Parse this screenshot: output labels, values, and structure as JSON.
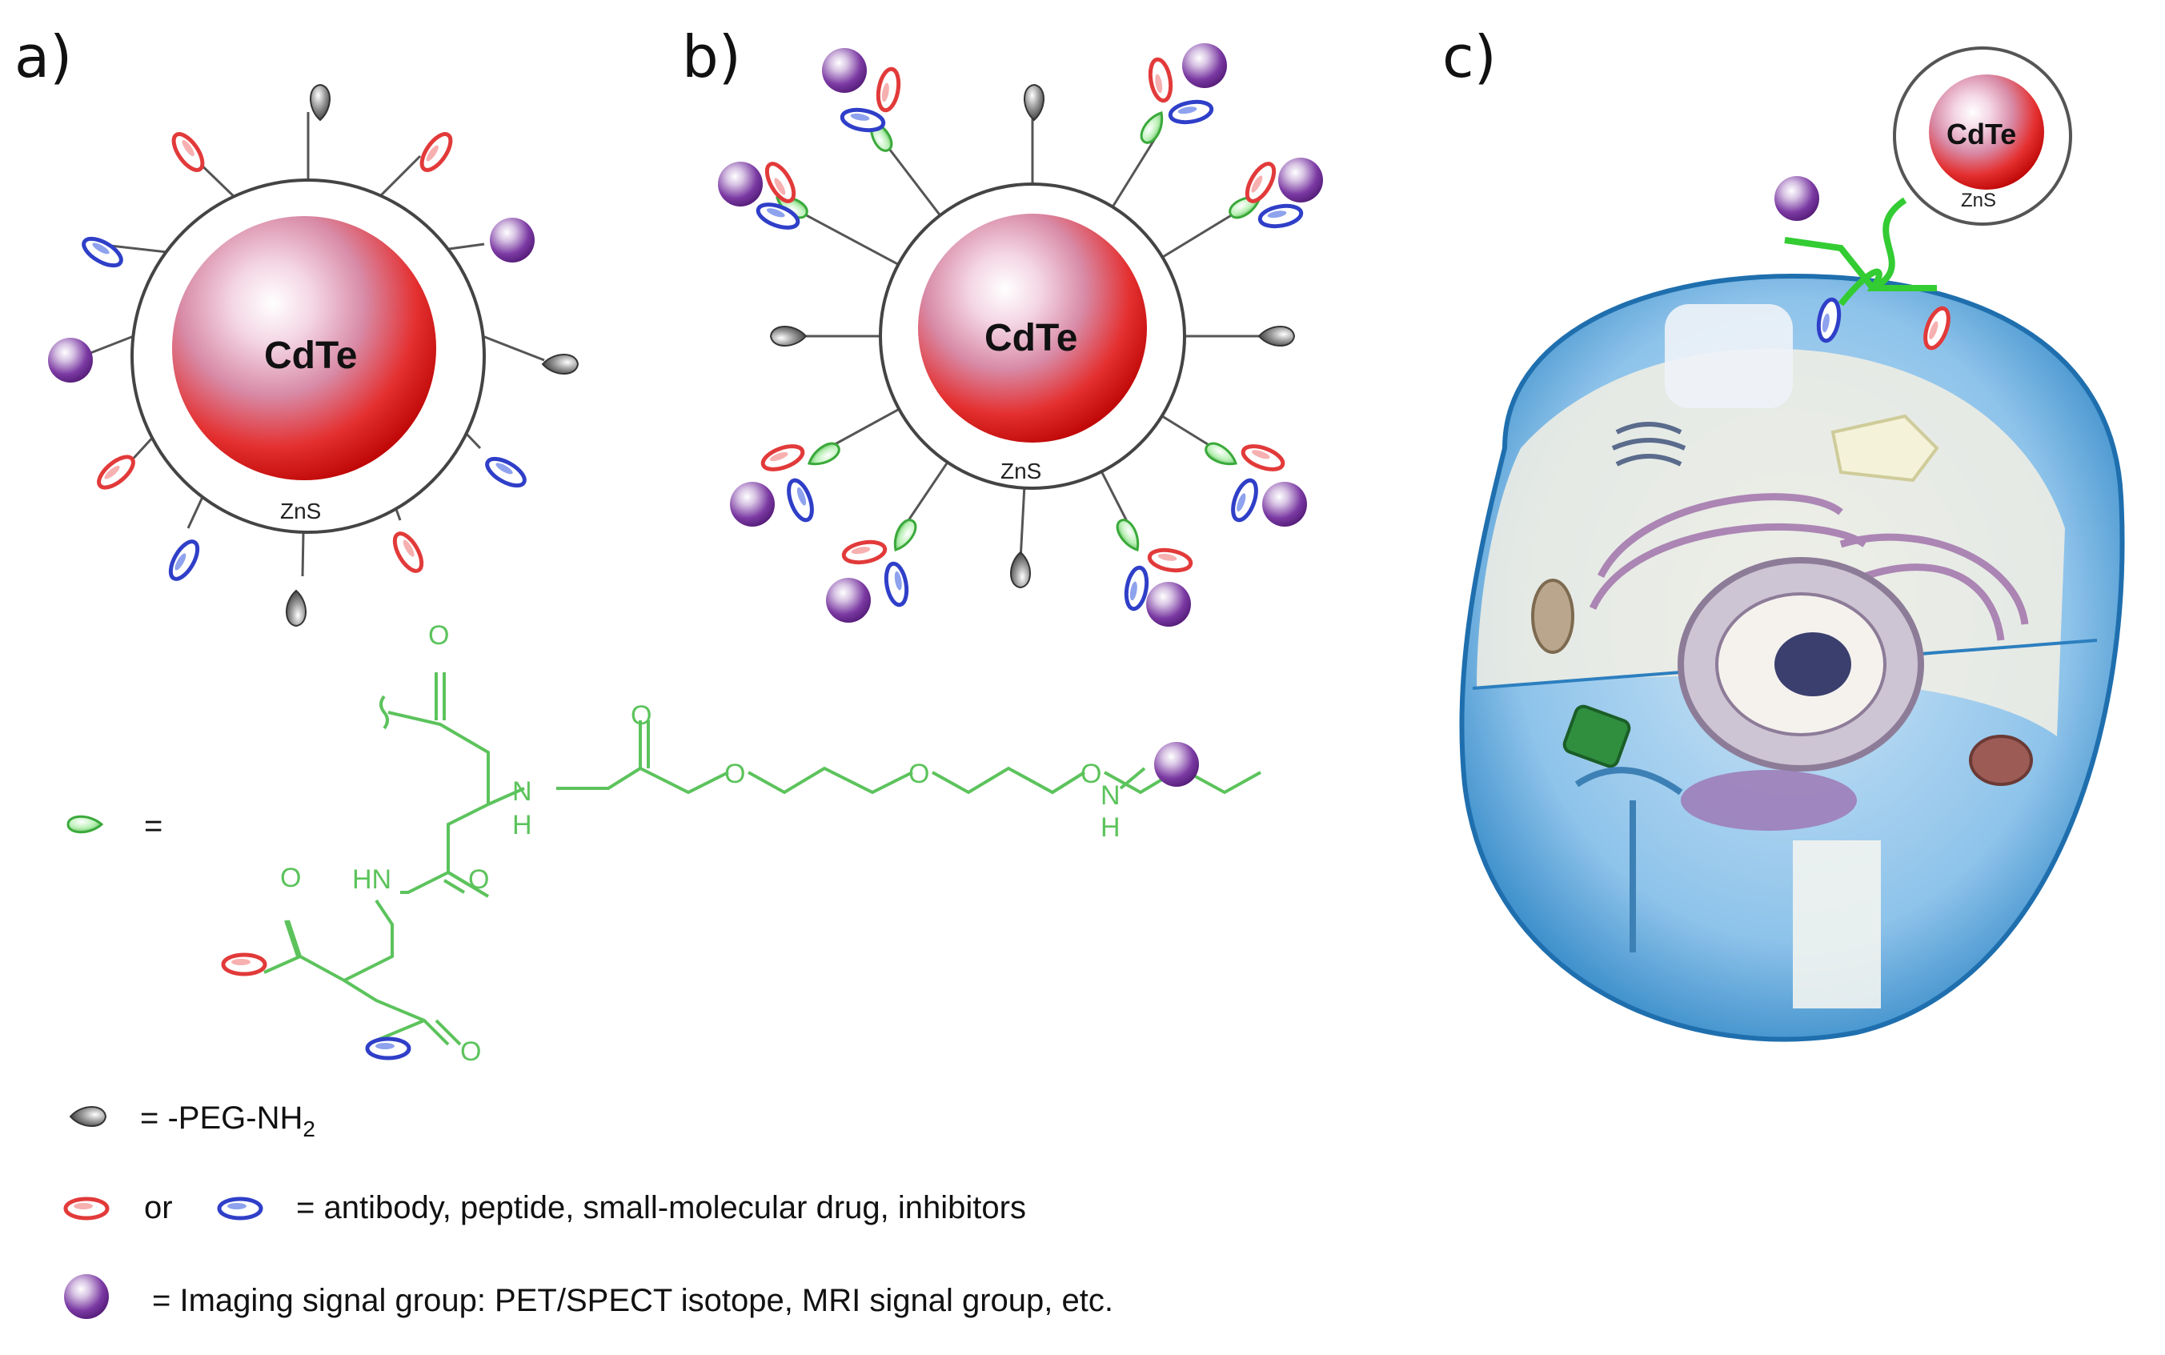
{
  "panels": {
    "a": {
      "label": "a)",
      "core": "CdTe",
      "shell": "ZnS"
    },
    "b": {
      "label": "b)",
      "core": "CdTe",
      "shell": "ZnS"
    },
    "c": {
      "label": "c)",
      "core": "CdTe",
      "shell": "ZnS"
    }
  },
  "chem": {
    "atom_o": "O",
    "atom_n": "N",
    "atom_h": "H",
    "atom_hn": "HN"
  },
  "legend": {
    "linker_eq": "=",
    "peg_text": "= -PEG-NH",
    "peg_sub": "2",
    "or_text": "or",
    "ligand_text": "= antibody, peptide, small-molecular drug, inhibitors",
    "imaging_text": "= Imaging signal group: PET/SPECT isotope, MRI signal group, etc."
  },
  "colors": {
    "red_ligand": "#e23a3a",
    "blue_ligand": "#2f3fc8",
    "green_linker": "#5cc35c",
    "purple_sphere": "#6a2c8f",
    "peg_gray": "#555555",
    "core_red": "#e01818",
    "cell_blue": "#3e9ad6"
  }
}
